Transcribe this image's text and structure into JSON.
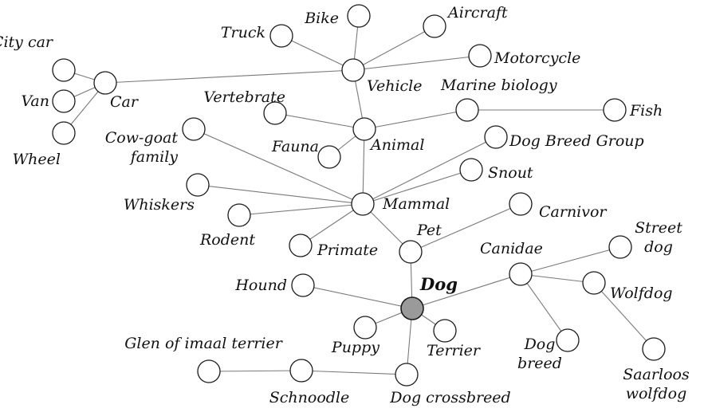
{
  "graph": {
    "focus": "Dog",
    "nodes": [
      {
        "id": "dog",
        "label": "Dog",
        "focus": true
      },
      {
        "id": "truck",
        "label": "Truck"
      },
      {
        "id": "bike",
        "label": "Bike"
      },
      {
        "id": "aircraft",
        "label": "Aircraft"
      },
      {
        "id": "motorcycle",
        "label": "Motorcycle"
      },
      {
        "id": "vehicle",
        "label": "Vehicle"
      },
      {
        "id": "citycar",
        "label": "City car"
      },
      {
        "id": "van",
        "label": "Van"
      },
      {
        "id": "wheel",
        "label": "Wheel"
      },
      {
        "id": "car",
        "label": "Car"
      },
      {
        "id": "vertebrate",
        "label": "Vertebrate"
      },
      {
        "id": "marinebio",
        "label": "Marine biology"
      },
      {
        "id": "fish",
        "label": "Fish"
      },
      {
        "id": "fauna",
        "label": "Fauna"
      },
      {
        "id": "animal",
        "label": "Animal"
      },
      {
        "id": "cowgoat",
        "label": "Cow-goat family"
      },
      {
        "id": "dogbreedgroup",
        "label": "Dog Breed Group"
      },
      {
        "id": "snout",
        "label": "Snout"
      },
      {
        "id": "whiskers",
        "label": "Whiskers"
      },
      {
        "id": "mammal",
        "label": "Mammal"
      },
      {
        "id": "rodent",
        "label": "Rodent"
      },
      {
        "id": "primate",
        "label": "Primate"
      },
      {
        "id": "carnivor",
        "label": "Carnivor"
      },
      {
        "id": "pet",
        "label": "Pet"
      },
      {
        "id": "streetdog",
        "label": "Street dog"
      },
      {
        "id": "canidae",
        "label": "Canidae"
      },
      {
        "id": "wolfdog",
        "label": "Wolfdog"
      },
      {
        "id": "hound",
        "label": "Hound"
      },
      {
        "id": "puppy",
        "label": "Puppy"
      },
      {
        "id": "terrier",
        "label": "Terrier"
      },
      {
        "id": "dogbreed",
        "label": "Dog breed"
      },
      {
        "id": "saarloos",
        "label": "Saarloos wolfdog"
      },
      {
        "id": "glen",
        "label": "Glen of imaal terrier"
      },
      {
        "id": "schnoodle",
        "label": "Schnoodle"
      },
      {
        "id": "crossbreed",
        "label": "Dog crossbreed"
      }
    ],
    "edges": [
      [
        "vehicle",
        "truck"
      ],
      [
        "vehicle",
        "bike"
      ],
      [
        "vehicle",
        "aircraft"
      ],
      [
        "vehicle",
        "motorcycle"
      ],
      [
        "vehicle",
        "car"
      ],
      [
        "vehicle",
        "animal"
      ],
      [
        "car",
        "citycar"
      ],
      [
        "car",
        "van"
      ],
      [
        "car",
        "wheel"
      ],
      [
        "animal",
        "vertebrate"
      ],
      [
        "animal",
        "fauna"
      ],
      [
        "animal",
        "marinebio"
      ],
      [
        "animal",
        "mammal"
      ],
      [
        "marinebio",
        "fish"
      ],
      [
        "mammal",
        "cowgoat"
      ],
      [
        "mammal",
        "dogbreedgroup"
      ],
      [
        "mammal",
        "snout"
      ],
      [
        "mammal",
        "whiskers"
      ],
      [
        "mammal",
        "rodent"
      ],
      [
        "mammal",
        "primate"
      ],
      [
        "mammal",
        "pet"
      ],
      [
        "pet",
        "carnivor"
      ],
      [
        "pet",
        "dog"
      ],
      [
        "dog",
        "canidae"
      ],
      [
        "dog",
        "hound"
      ],
      [
        "dog",
        "puppy"
      ],
      [
        "dog",
        "terrier"
      ],
      [
        "dog",
        "crossbreed"
      ],
      [
        "canidae",
        "streetdog"
      ],
      [
        "canidae",
        "wolfdog"
      ],
      [
        "canidae",
        "dogbreed"
      ],
      [
        "wolfdog",
        "saarloos"
      ],
      [
        "crossbreed",
        "schnoodle"
      ],
      [
        "schnoodle",
        "glen"
      ]
    ]
  }
}
